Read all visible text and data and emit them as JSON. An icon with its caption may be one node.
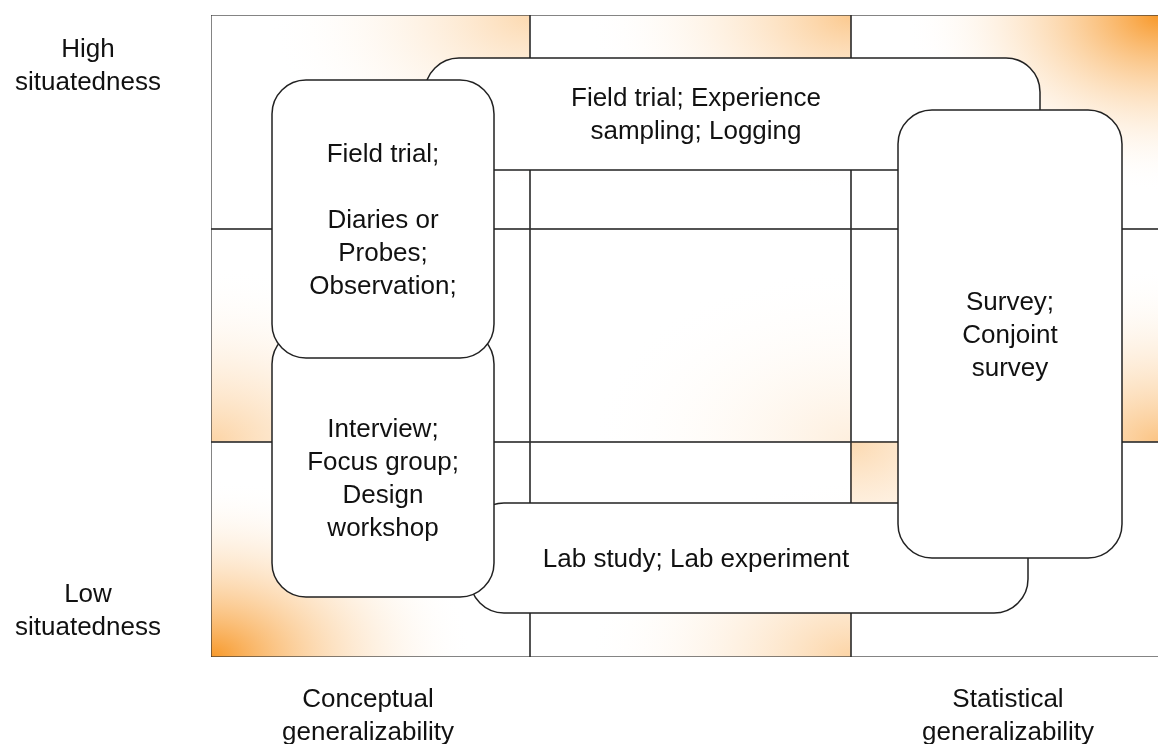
{
  "diagram": {
    "nodes": [
      {
        "text": [
          "Field trial; Experience sampling; Logging"
        ]
      },
      {
        "text": [
          "Lab study; Lab experiment"
        ]
      },
      {
        "text": [
          "Survey; Conjoint survey"
        ]
      },
      {
        "text": [
          "Interview; Focus group; Design workshop"
        ]
      },
      {
        "text": [
          "Field trial;",
          "Diaries or Probes; Observation;"
        ]
      }
    ],
    "edges": [],
    "labels": [
      "High situatedness",
      "Low situatedness",
      "Conceptual generalizability",
      "Statistical generalizability"
    ]
  }
}
